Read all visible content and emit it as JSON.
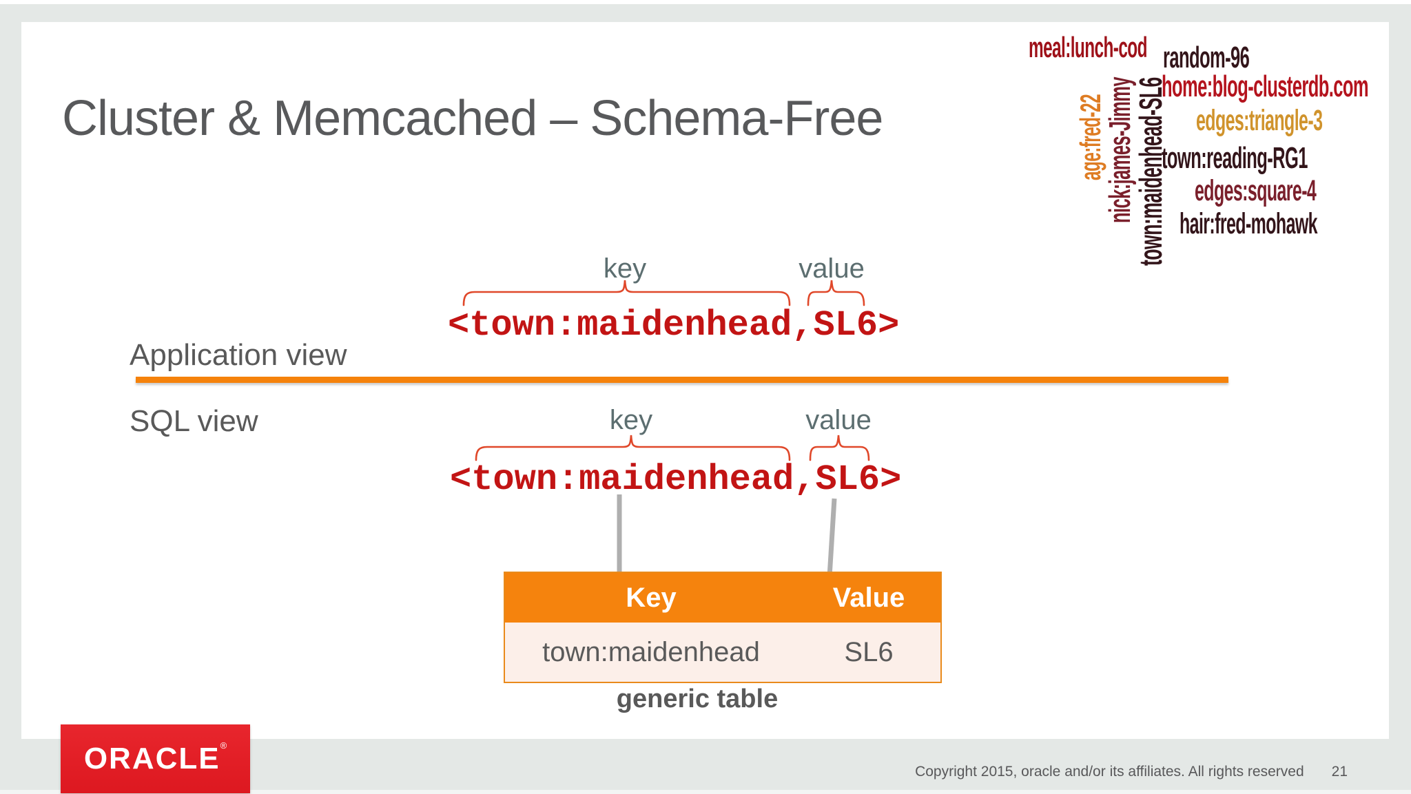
{
  "slide": {
    "title": "Cluster & Memcached – Schema-Free"
  },
  "word_cloud": {
    "words": [
      {
        "text": "meal:lunch-cod",
        "color": "#9E1119",
        "orientation": "horizontal"
      },
      {
        "text": "random-96",
        "color": "#33151A",
        "orientation": "horizontal"
      },
      {
        "text": "home:blog-clusterdb.com",
        "color": "#B4131D",
        "orientation": "horizontal"
      },
      {
        "text": "edges:triangle-3",
        "color": "#D0932C",
        "orientation": "horizontal"
      },
      {
        "text": "town:reading-RG1",
        "color": "#33151A",
        "orientation": "horizontal"
      },
      {
        "text": "edges:square-4",
        "color": "#7A1F2B",
        "orientation": "horizontal"
      },
      {
        "text": "hair:fred-mohawk",
        "color": "#33151A",
        "orientation": "horizontal"
      },
      {
        "text": "age:fred-22",
        "color": "#DE7C23",
        "orientation": "vertical"
      },
      {
        "text": "nick:james-Jimmy",
        "color": "#7A1F2B",
        "orientation": "vertical"
      },
      {
        "text": "town:maidenhead-SL6",
        "color": "#33151A",
        "orientation": "vertical"
      }
    ]
  },
  "application_view": {
    "label": "Application view",
    "key_label": "key",
    "value_label": "value",
    "code": "<town:maidenhead,SL6>"
  },
  "sql_view": {
    "label": "SQL view",
    "key_label": "key",
    "value_label": "value",
    "code": "<town:maidenhead,SL6>"
  },
  "table": {
    "headers": [
      "Key",
      "Value"
    ],
    "rows": [
      [
        "town:maidenhead",
        "SL6"
      ]
    ],
    "caption": "generic table"
  },
  "footer": {
    "logo": "ORACLE",
    "logo_mark": "®",
    "copyright": "Copyright 2015, oracle and/or its affiliates. All rights reserved",
    "page_number": "21"
  },
  "colors": {
    "title_text": "#58595B",
    "divider_orange": "#F5820B",
    "code_red": "#C21414",
    "brace_red": "#E0482A",
    "label_slate": "#5C6E70",
    "table_header_bg": "#F5830D",
    "table_row_bg": "#FCEFE9",
    "table_border": "#E98A1B",
    "arrow_gray": "#AFAFAF",
    "oracle_red": "#E11F26",
    "page_margin": "#E4E8E6"
  }
}
